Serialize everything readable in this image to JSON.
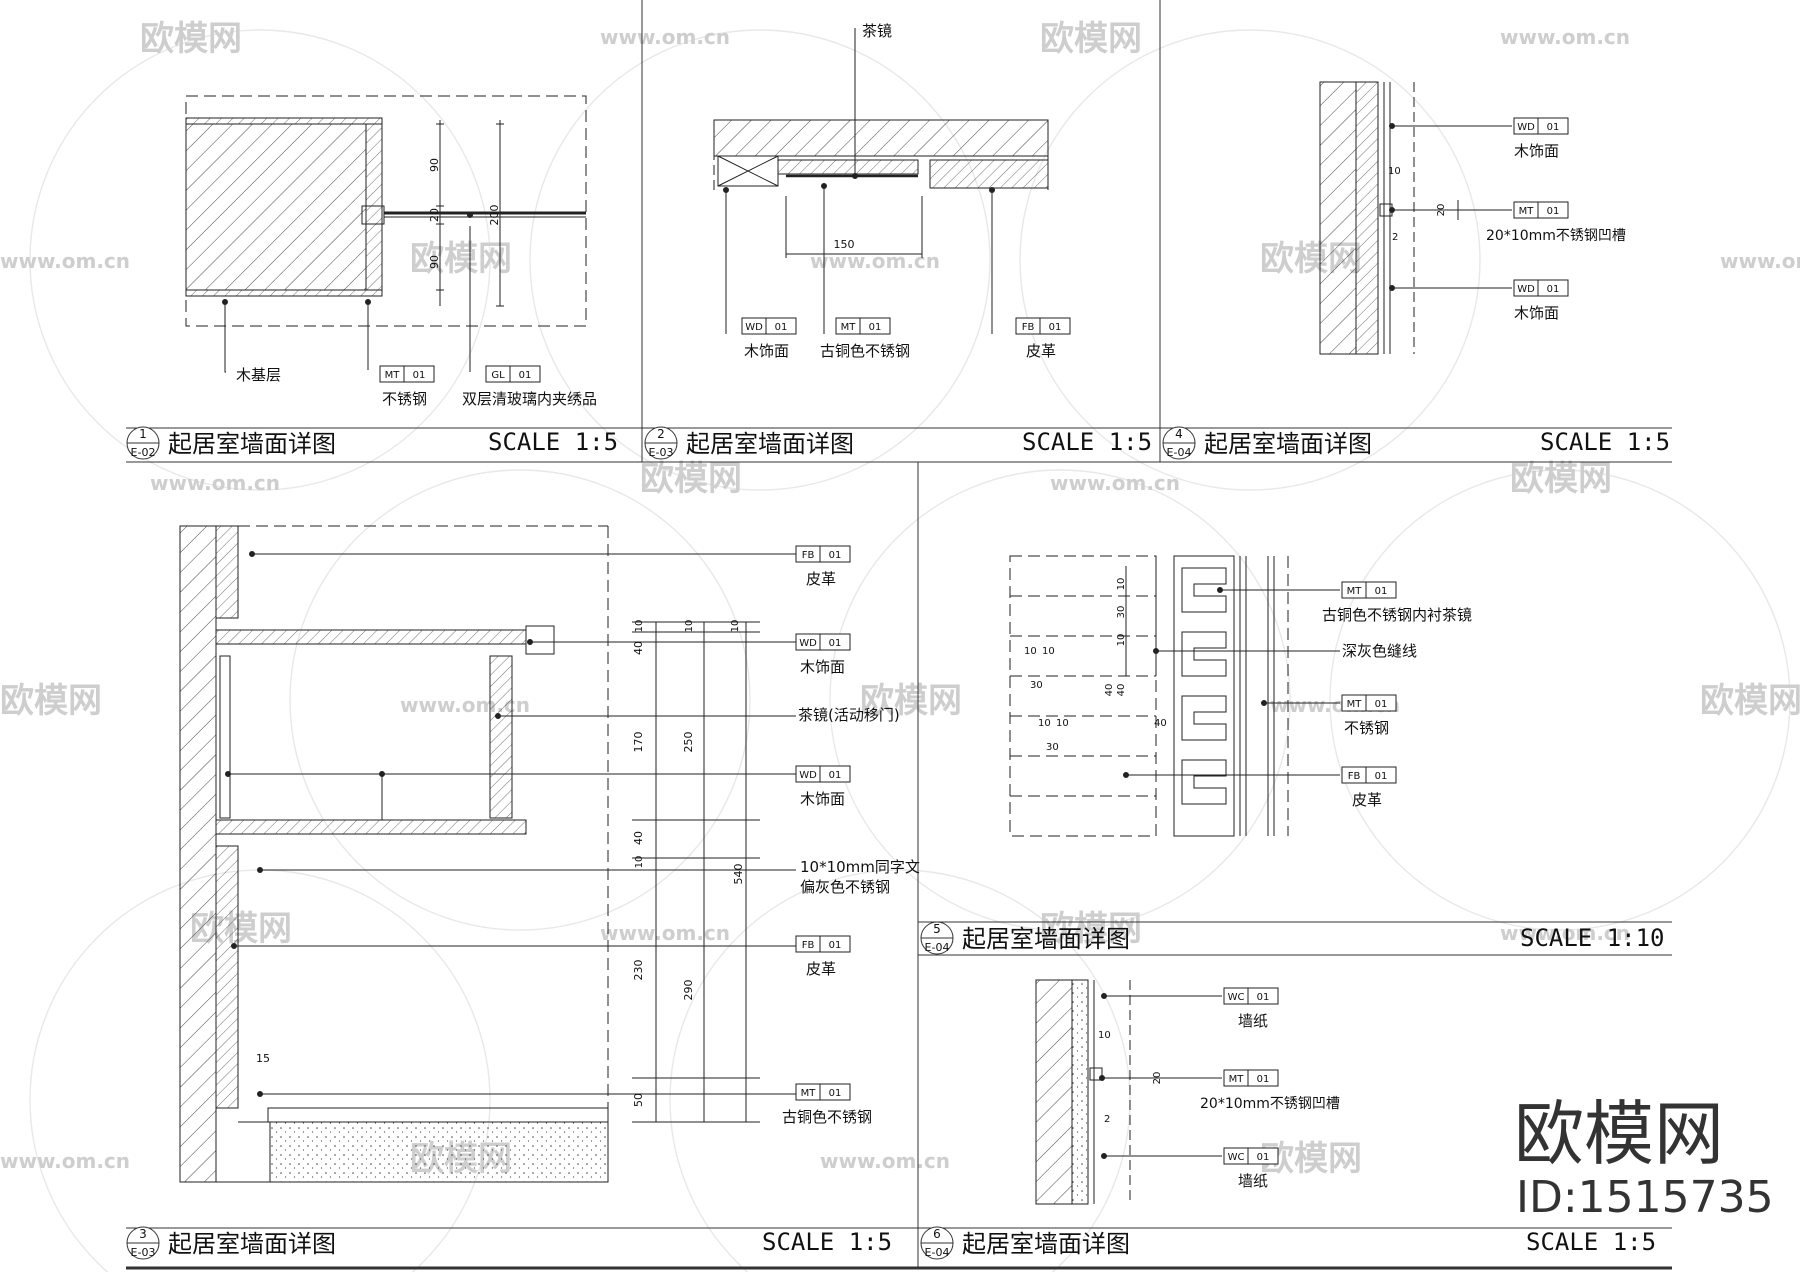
{
  "panels": [
    {
      "num": "1",
      "ref": "E-02",
      "title": "起居室墙面详图",
      "scale": "SCALE 1:5"
    },
    {
      "num": "2",
      "ref": "E-03",
      "title": "起居室墙面详图",
      "scale": "SCALE 1:5"
    },
    {
      "num": "4",
      "ref": "E-04",
      "title": "起居室墙面详图",
      "scale": "SCALE 1:5"
    },
    {
      "num": "3",
      "ref": "E-03",
      "title": "起居室墙面详图",
      "scale": "SCALE 1:5"
    },
    {
      "num": "5",
      "ref": "E-04",
      "title": "起居室墙面详图",
      "scale": "SCALE 1:10"
    },
    {
      "num": "6",
      "ref": "E-04",
      "title": "起居室墙面详图",
      "scale": "SCALE 1:5"
    }
  ],
  "tags": [
    {
      "code": "MT",
      "num": "01",
      "label": "不锈钢"
    },
    {
      "code": "GL",
      "num": "01",
      "label": "双层清玻璃内夹绣品"
    },
    {
      "code": "WD",
      "num": "01",
      "label": "木饰面"
    },
    {
      "code": "MT",
      "num": "01",
      "label": "古铜色不锈钢"
    },
    {
      "code": "FB",
      "num": "01",
      "label": "皮革"
    },
    {
      "code": "WD",
      "num": "01",
      "label": "木饰面"
    },
    {
      "code": "MT",
      "num": "01",
      "label": "20*10mm不锈钢凹槽"
    },
    {
      "code": "WD",
      "num": "01",
      "label": "木饰面"
    },
    {
      "code": "FB",
      "num": "01",
      "label": "皮革"
    },
    {
      "code": "WD",
      "num": "01",
      "label": "木饰面"
    },
    {
      "code": "WD",
      "num": "01",
      "label": "木饰面"
    },
    {
      "code": "FB",
      "num": "01",
      "label": "皮革"
    },
    {
      "code": "MT",
      "num": "01",
      "label": "古铜色不锈钢"
    },
    {
      "code": "MT",
      "num": "01",
      "label": "古铜色不锈钢内衬茶镜"
    },
    {
      "code": "MT",
      "num": "01",
      "label": "不锈钢"
    },
    {
      "code": "FB",
      "num": "01",
      "label": "皮革"
    },
    {
      "code": "WC",
      "num": "01",
      "label": "墙纸"
    },
    {
      "code": "MT",
      "num": "01",
      "label": "20*10mm不锈钢凹槽"
    },
    {
      "code": "WC",
      "num": "01",
      "label": "墙纸"
    }
  ],
  "notes": {
    "wood_base": "木基层",
    "tea_mirror": "茶镜",
    "tea_mirror_door": "茶镜(活动移门)",
    "ss_line1": "10*10mm同字文",
    "ss_line2": "偏灰色不锈钢",
    "dark_seam": "深灰色缝线"
  },
  "dims": {
    "p1": [
      "90",
      "20",
      "200",
      "90"
    ],
    "p2": [
      "150"
    ],
    "p4": [
      "10",
      "20",
      "2"
    ],
    "p3": [
      "10",
      "10",
      "10",
      "40",
      "170",
      "250",
      "40",
      "10",
      "540",
      "230",
      "290",
      "50",
      "15"
    ],
    "p5": [
      "10",
      "30",
      "10",
      "10",
      "10",
      "30",
      "40",
      "40",
      "40",
      "10",
      "10",
      "30"
    ],
    "p6": [
      "10",
      "20",
      "2"
    ]
  },
  "watermark": {
    "cn": "欧模网",
    "url": "www.om.cn"
  },
  "brand": {
    "name": "欧模网",
    "id": "ID:1515735"
  }
}
